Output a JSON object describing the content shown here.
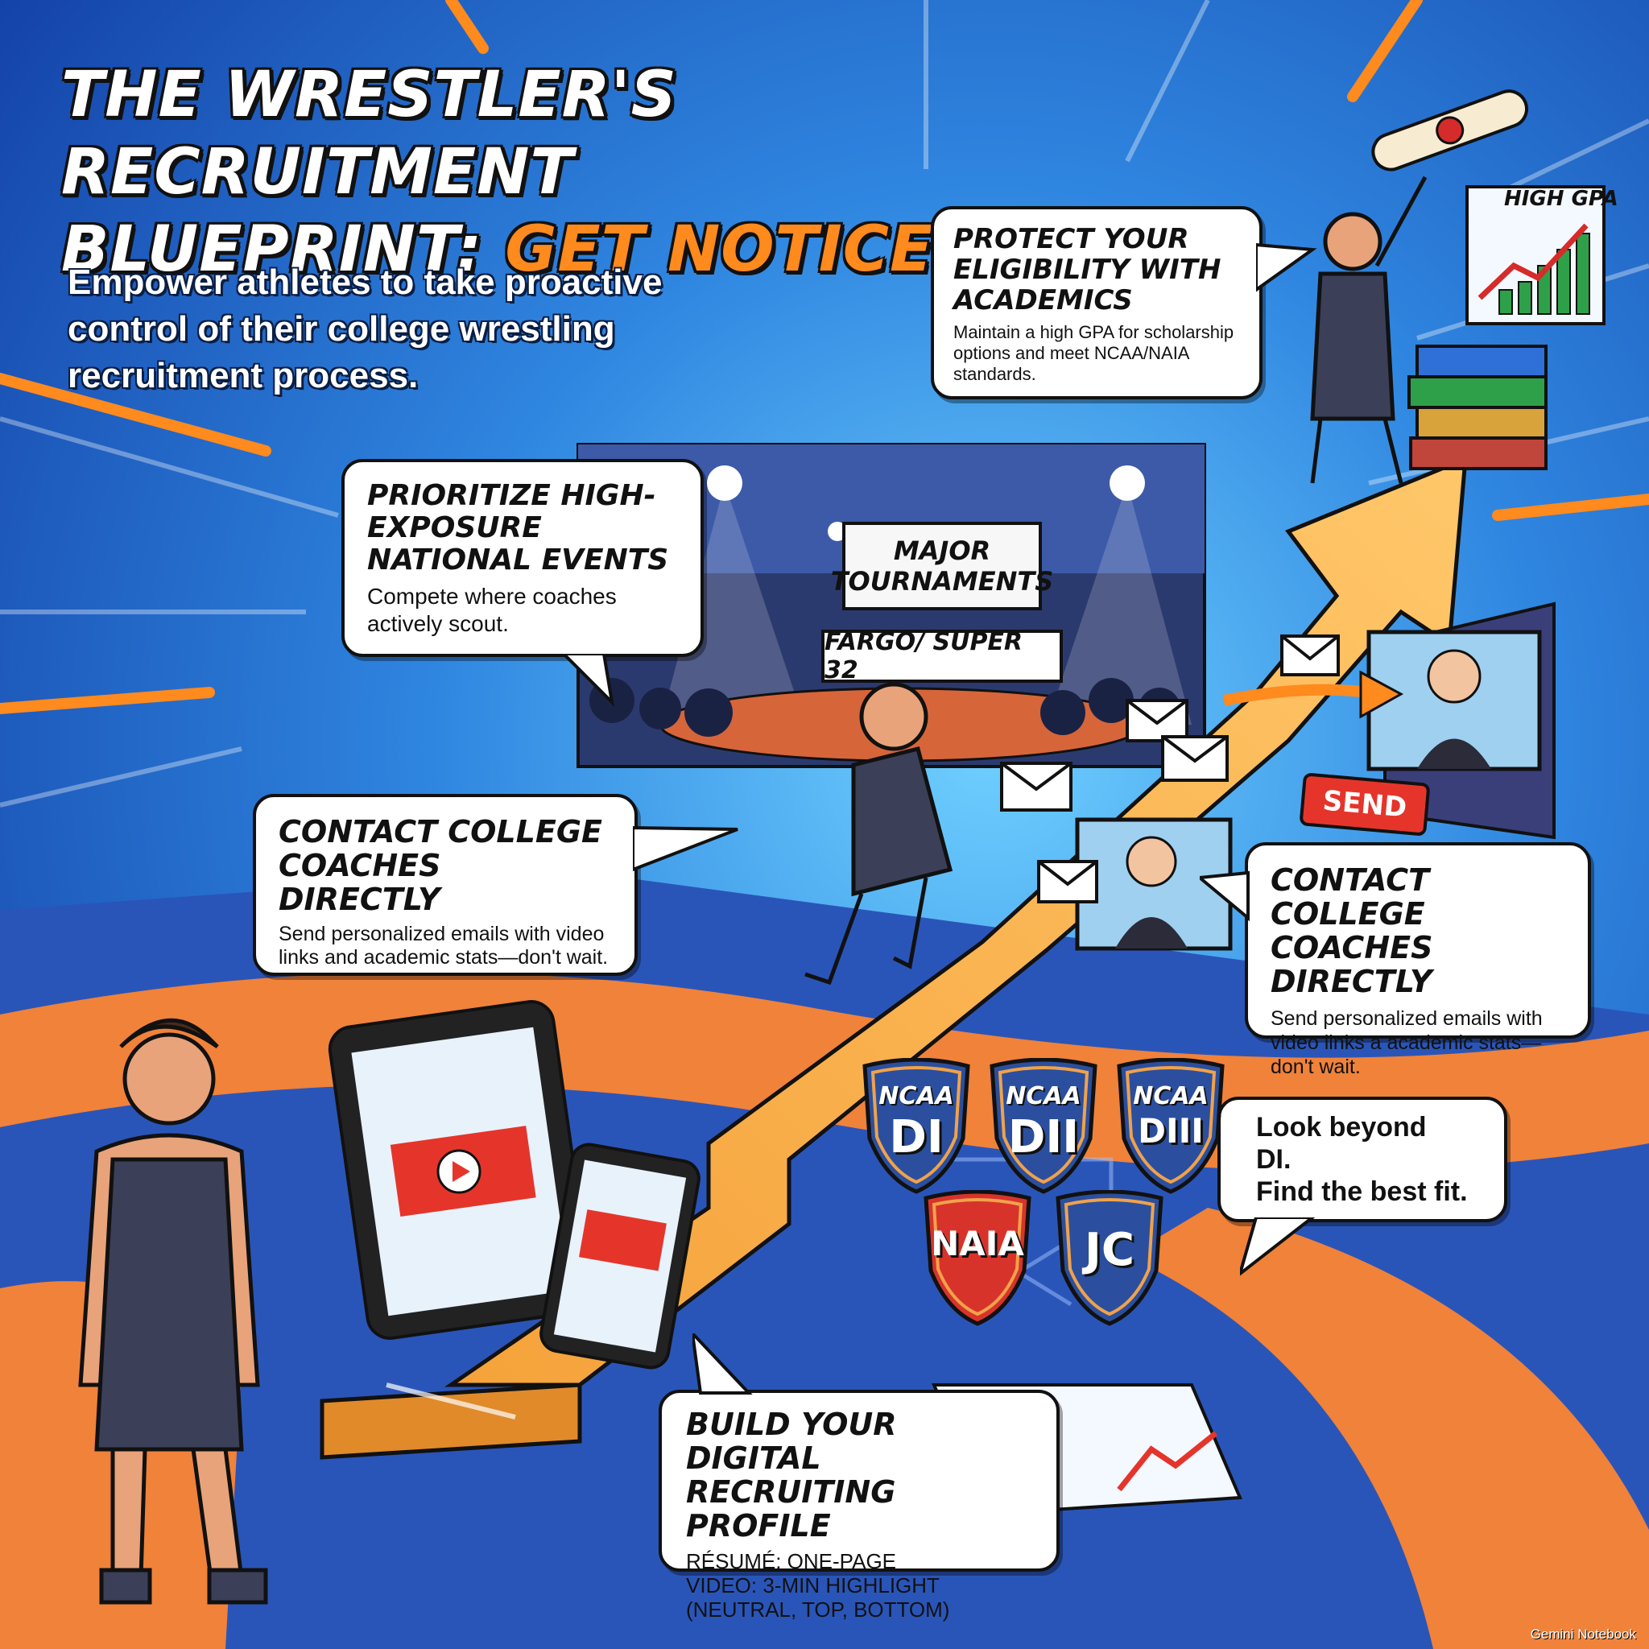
{
  "title": {
    "line1": "THE WRESTLER'S RECRUITMENT",
    "line2_prefix": "BLUEPRINT:",
    "line2_highlight": "GET NOTICED"
  },
  "subtitle": "Empower athletes to take proactive control of their college wrestling recruitment process.",
  "academics": {
    "heading": "PROTECT YOUR ELIGIBILITY WITH ACADEMICS",
    "body": "Maintain a high GPA for scholarship options and meet NCAA/NAIA standards.",
    "chart_label": "HIGH GPA"
  },
  "events": {
    "heading": "PRIORITIZE HIGH-EXPOSURE NATIONAL EVENTS",
    "body": "Compete where coaches actively scout.",
    "banner": "MAJOR TOURNAMENTS",
    "sign": "FARGO/ SUPER 32"
  },
  "contact_left": {
    "heading": "CONTACT COLLEGE COACHES DIRECTLY",
    "body": "Send personalized emails with video links and academic stats—don't wait."
  },
  "contact_right": {
    "heading": "CONTACT COLLEGE COACHES DIRECTLY",
    "body": "Send personalized emails with video links a academic stats—don't wait.",
    "send_button": "SEND"
  },
  "fit": {
    "body_line1": "Look beyond DI.",
    "body_line2": "Find the best fit."
  },
  "divisions": [
    {
      "top": "NCAA",
      "main": "DI"
    },
    {
      "top": "NCAA",
      "main": "DII"
    },
    {
      "top": "NCAA",
      "main": "DIII"
    },
    {
      "top": "",
      "main": "NAIA"
    },
    {
      "top": "",
      "main": "JC"
    }
  ],
  "profile": {
    "heading": "BUILD YOUR DIGITAL RECRUITING PROFILE",
    "resume": "RÉSUMÉ: ONE-PAGE",
    "video": "VIDEO: 3-MIN HIGHLIGHT",
    "positions": "(NEUTRAL, TOP, BOTTOM)"
  },
  "watermark": "Gemini Notebook",
  "colors": {
    "blue_bg": "#1f5fc4",
    "orange": "#ff8a1e",
    "ink": "#111111",
    "send_red": "#e5352b"
  }
}
